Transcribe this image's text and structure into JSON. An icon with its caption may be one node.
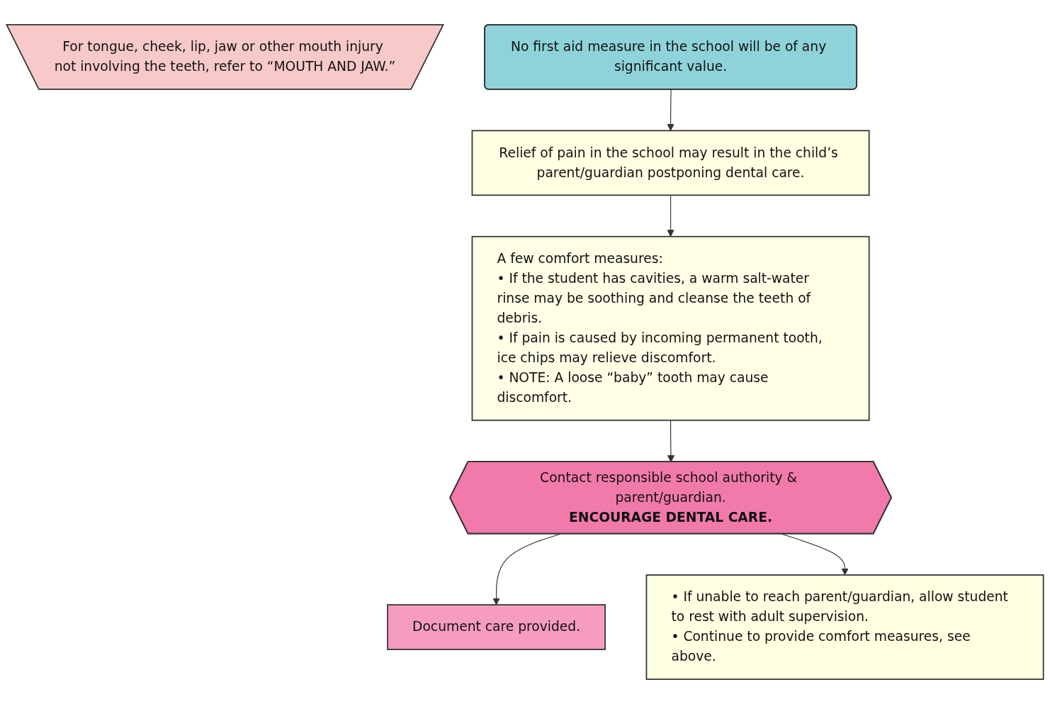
{
  "diagram": {
    "nodes": [
      {
        "text": [
          "For tongue, cheek, lip, jaw or other mouth injury not involving the teeth, refer to “MOUTH AND JAW.”"
        ]
      },
      {
        "text": [
          "No first aid measure in the school will be of any significant value."
        ]
      },
      {
        "text": [
          "Relief of pain in the school may result in the child’s parent/guardian postponing dental care."
        ]
      },
      {
        "text": [
          "A few comfort measures:",
          "• If the student has cavities, a warm salt-water rinse may be soothing and cleanse the teeth of debris.",
          "• If pain is caused by incoming permanent tooth, ice chips may relieve discomfort.",
          "• NOTE: A loose “baby” tooth may cause discomfort."
        ]
      },
      {
        "text": [
          "Contact responsible school authority & parent/guardian.",
          "ENCOURAGE DENTAL CARE."
        ]
      },
      {
        "text": [
          "Document care provided."
        ]
      },
      {
        "text": [
          "• If unable to reach parent/guardian, allow student to rest with adult supervision.",
          "• Continue to provide comfort measures, see above."
        ]
      }
    ],
    "edges": [
      {
        "from": 1,
        "to": 2,
        "arrow": "to"
      },
      {
        "from": 2,
        "to": 3,
        "arrow": "to"
      },
      {
        "from": 3,
        "to": 4,
        "arrow": "to"
      },
      {
        "from": 4,
        "to": 5,
        "arrow": "to"
      },
      {
        "from": 4,
        "to": 6,
        "arrow": "to"
      }
    ]
  }
}
